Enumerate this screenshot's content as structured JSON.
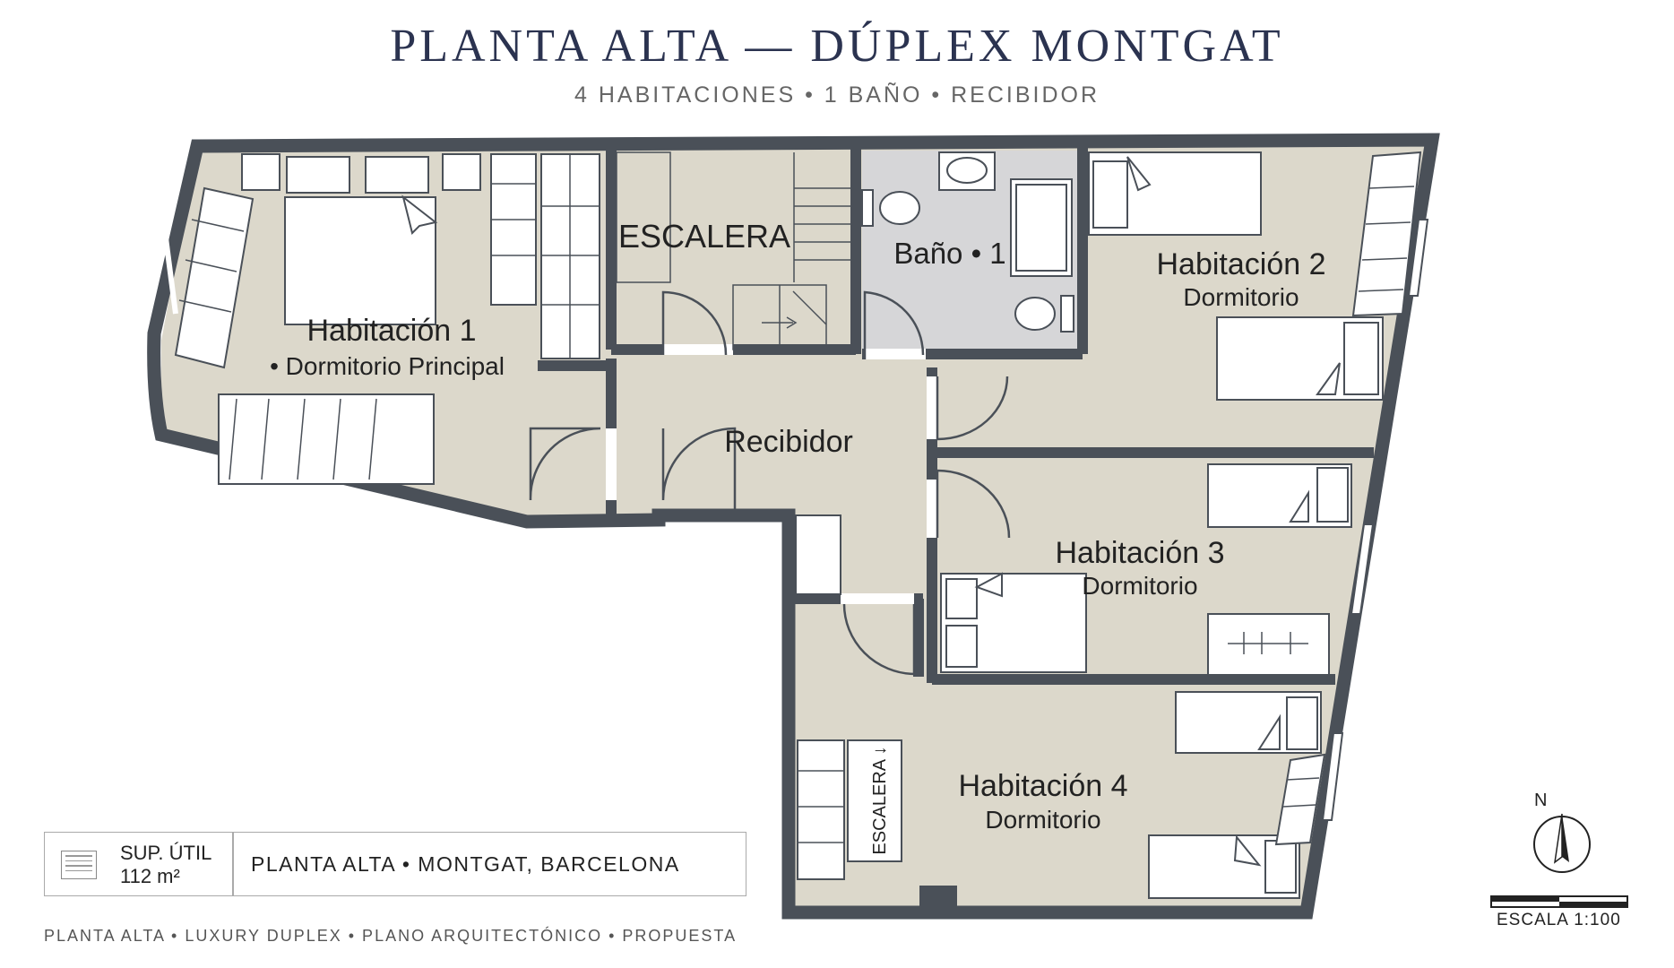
{
  "header": {
    "title": "PLANTA ALTA — DÚPLEX MONTGAT",
    "subtitle": "4 HABITACIONES • 1 BAÑO • RECIBIDOR"
  },
  "rooms": {
    "habitacion1": {
      "name": "Habitación 1",
      "type": "• Dormitorio Principal"
    },
    "escalera": "ESCALERA",
    "bano": "Baño • 1",
    "habitacion2": {
      "name": "Habitación 2",
      "type": "Dormitorio"
    },
    "recibidor": "Recibidor",
    "habitacion3": {
      "name": "Habitación 3",
      "type": "Dormitorio"
    },
    "habitacion4": {
      "name": "Habitación 4",
      "type": "Dormitorio"
    },
    "escalera_down": "ESCALERA ↓"
  },
  "info": {
    "sup_label": "SUP. ÚTIL",
    "sup_value": "112 m²",
    "location": "PLANTA ALTA • MONTGAT, BARCELONA"
  },
  "footer": "PLANTA ALTA • LUXURY DUPLEX • PLANO ARQUITECTÓNICO • PROPUESTA",
  "compass": {
    "north": "N"
  },
  "scale": "ESCALA 1:100",
  "colors": {
    "wall": "#4a5058",
    "floor": "#dcd8cb",
    "bath": "#d6d6d8",
    "title": "#2b3350"
  }
}
